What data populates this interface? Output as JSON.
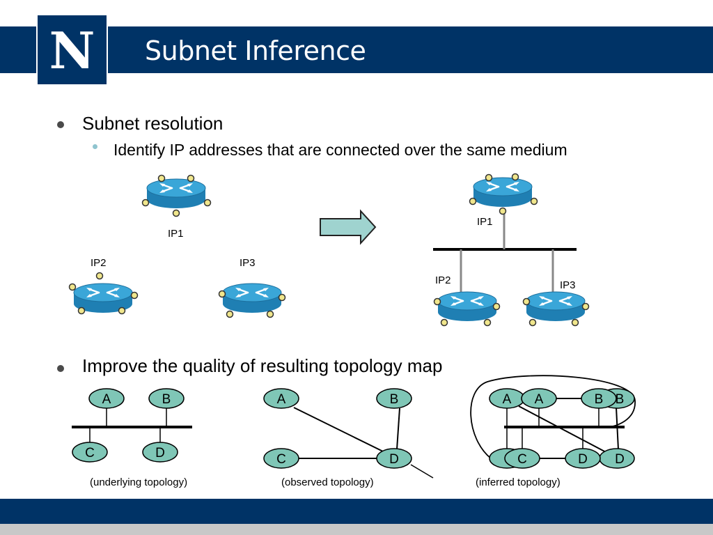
{
  "slide": {
    "title": "Subnet Inference",
    "bullet1": "Subnet resolution",
    "bullet1_sub": "Identify IP addresses that are connected over the same medium",
    "bullet2": "Improve the quality of resulting topology map"
  },
  "logo": {
    "letter": "N"
  },
  "routers": {
    "left_ip1": "IP1",
    "left_ip2": "IP2",
    "left_ip3": "IP3",
    "right_ip1": "IP1",
    "right_ip2": "IP2",
    "right_ip3": "IP3"
  },
  "topologies": {
    "underlying": {
      "caption": "(underlying topology)",
      "nodes": [
        "A",
        "B",
        "C",
        "D"
      ]
    },
    "observed": {
      "caption": "(observed topology)",
      "nodes": [
        "A",
        "B",
        "C",
        "D"
      ]
    },
    "inferred": {
      "caption": "(inferred topology)",
      "nodes": [
        "A",
        "A",
        "B",
        "B",
        "C",
        "D",
        "D"
      ]
    }
  },
  "colors": {
    "header": "#003366",
    "router_top": "#3aa6d8",
    "router_side": "#1f7fb3",
    "node_fill": "#7fc6b6",
    "port_fill": "#f0e68c",
    "arrow_fill": "#9fd3cf"
  }
}
